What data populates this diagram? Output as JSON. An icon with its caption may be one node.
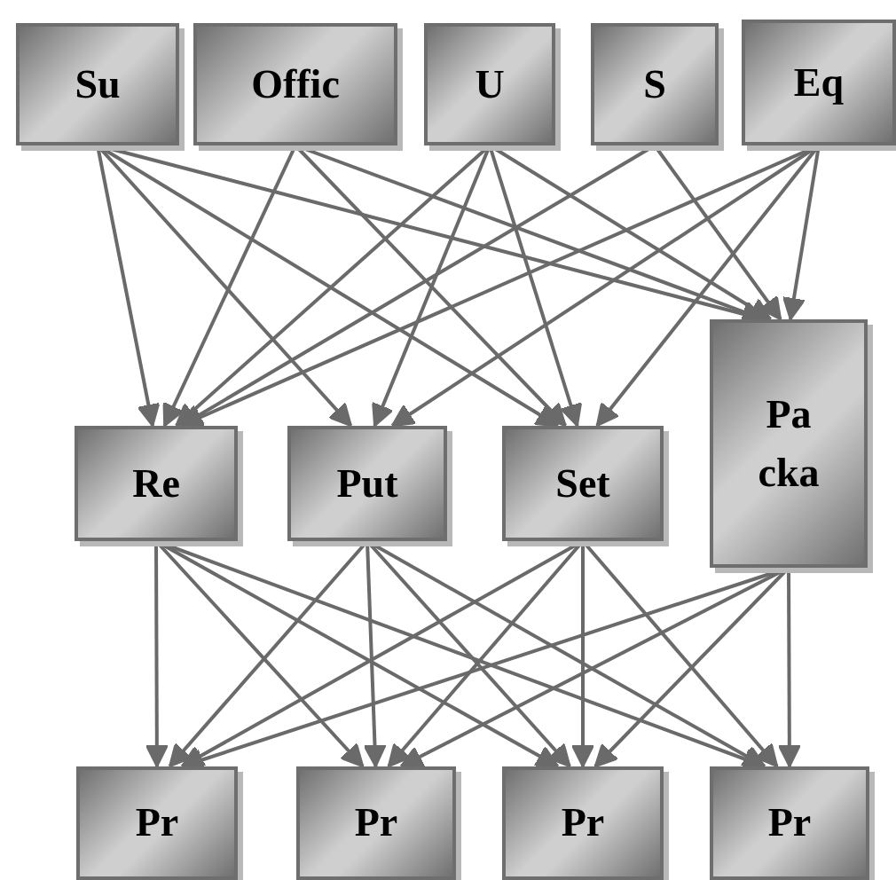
{
  "diagram": {
    "nodes": [
      {
        "text": [
          "Su"
        ]
      },
      {
        "text": [
          "Offic"
        ]
      },
      {
        "text": [
          "U"
        ]
      },
      {
        "text": [
          "S"
        ]
      },
      {
        "text": [
          "Eq"
        ]
      },
      {
        "text": [
          "Re"
        ]
      },
      {
        "text": [
          "Put"
        ]
      },
      {
        "text": [
          "Set"
        ]
      },
      {
        "text": [
          "Pa cka"
        ]
      },
      {
        "text": [
          "Pr"
        ]
      },
      {
        "text": [
          "Pr"
        ]
      },
      {
        "text": [
          "Pr"
        ]
      },
      {
        "text": [
          "Pr"
        ]
      }
    ],
    "edges": [
      {
        "from": 0,
        "to": 5,
        "arrow": "to"
      },
      {
        "from": 0,
        "to": 6,
        "arrow": "to"
      },
      {
        "from": 0,
        "to": 7,
        "arrow": "to"
      },
      {
        "from": 0,
        "to": 8,
        "arrow": "to"
      },
      {
        "from": 1,
        "to": 5,
        "arrow": "to"
      },
      {
        "from": 1,
        "to": 7,
        "arrow": "to"
      },
      {
        "from": 1,
        "to": 8,
        "arrow": "to"
      },
      {
        "from": 2,
        "to": 5,
        "arrow": "to"
      },
      {
        "from": 2,
        "to": 6,
        "arrow": "to"
      },
      {
        "from": 2,
        "to": 7,
        "arrow": "to"
      },
      {
        "from": 2,
        "to": 8,
        "arrow": "to"
      },
      {
        "from": 3,
        "to": 5,
        "arrow": "to"
      },
      {
        "from": 3,
        "to": 8,
        "arrow": "to"
      },
      {
        "from": 4,
        "to": 5,
        "arrow": "to"
      },
      {
        "from": 4,
        "to": 6,
        "arrow": "to"
      },
      {
        "from": 4,
        "to": 7,
        "arrow": "to"
      },
      {
        "from": 4,
        "to": 8,
        "arrow": "to"
      },
      {
        "from": 5,
        "to": 9,
        "arrow": "to"
      },
      {
        "from": 5,
        "to": 10,
        "arrow": "to"
      },
      {
        "from": 5,
        "to": 11,
        "arrow": "to"
      },
      {
        "from": 5,
        "to": 12,
        "arrow": "to"
      },
      {
        "from": 6,
        "to": 9,
        "arrow": "to"
      },
      {
        "from": 6,
        "to": 10,
        "arrow": "to"
      },
      {
        "from": 6,
        "to": 11,
        "arrow": "to"
      },
      {
        "from": 6,
        "to": 12,
        "arrow": "to"
      },
      {
        "from": 7,
        "to": 9,
        "arrow": "to"
      },
      {
        "from": 7,
        "to": 10,
        "arrow": "to"
      },
      {
        "from": 7,
        "to": 11,
        "arrow": "to"
      },
      {
        "from": 7,
        "to": 12,
        "arrow": "to"
      },
      {
        "from": 8,
        "to": 9,
        "arrow": "to"
      },
      {
        "from": 8,
        "to": 10,
        "arrow": "to"
      },
      {
        "from": 8,
        "to": 11,
        "arrow": "to"
      },
      {
        "from": 8,
        "to": 12,
        "arrow": "to"
      }
    ]
  }
}
